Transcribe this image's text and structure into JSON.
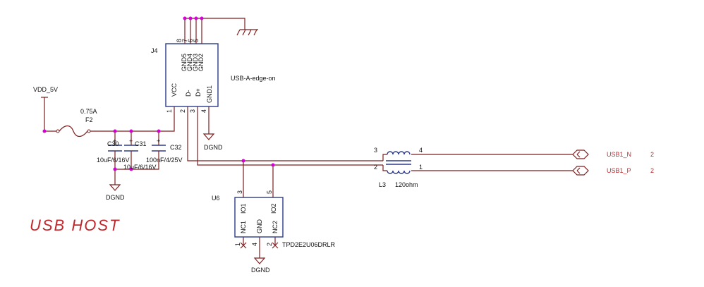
{
  "title": "USB HOST",
  "power": {
    "net": "VDD_5V"
  },
  "fuse": {
    "ref": "F2",
    "value": "0.75A"
  },
  "capacitors": [
    {
      "ref": "C30",
      "value": "10uF/6/16V"
    },
    {
      "ref": "C31",
      "value": "10uF/6/16V"
    },
    {
      "ref": "C32",
      "value": "100nF/4/25V"
    }
  ],
  "connector": {
    "ref": "J4",
    "part": "USB-A-edge-on",
    "pins": [
      {
        "name": "GND5",
        "num": "8"
      },
      {
        "name": "GND4",
        "num": "7"
      },
      {
        "name": "GND3",
        "num": "6"
      },
      {
        "name": "GND2",
        "num": "5"
      },
      {
        "name": "VCC",
        "num": "1"
      },
      {
        "name": "D-",
        "num": "2"
      },
      {
        "name": "D+",
        "num": "3"
      },
      {
        "name": "GND1",
        "num": "4"
      }
    ]
  },
  "ground": {
    "label": "DGND"
  },
  "choke": {
    "ref": "L3",
    "value": "120ohm",
    "pins": [
      "3",
      "4",
      "2",
      "1"
    ]
  },
  "esd": {
    "ref": "U6",
    "part": "TPD2E2U06DRLR",
    "pins": [
      {
        "name": "IO1",
        "num": "3"
      },
      {
        "name": "IO2",
        "num": "5"
      },
      {
        "name": "NC1",
        "num": "1"
      },
      {
        "name": "GND",
        "num": "4"
      },
      {
        "name": "NC2",
        "num": "2"
      }
    ]
  },
  "ports": [
    {
      "net": "USB1_N",
      "sheet": "2"
    },
    {
      "net": "USB1_P",
      "sheet": "2"
    }
  ]
}
